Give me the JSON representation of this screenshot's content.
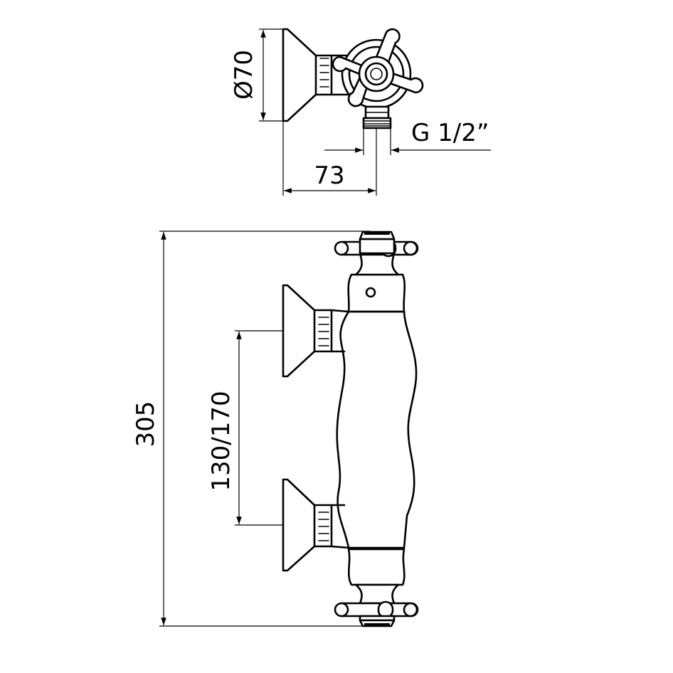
{
  "dimensions": {
    "rosette_diameter": "Ø70",
    "thread": "G 1/2”",
    "depth": "73",
    "total_height": "305",
    "inlet_spacing": "130/170"
  }
}
